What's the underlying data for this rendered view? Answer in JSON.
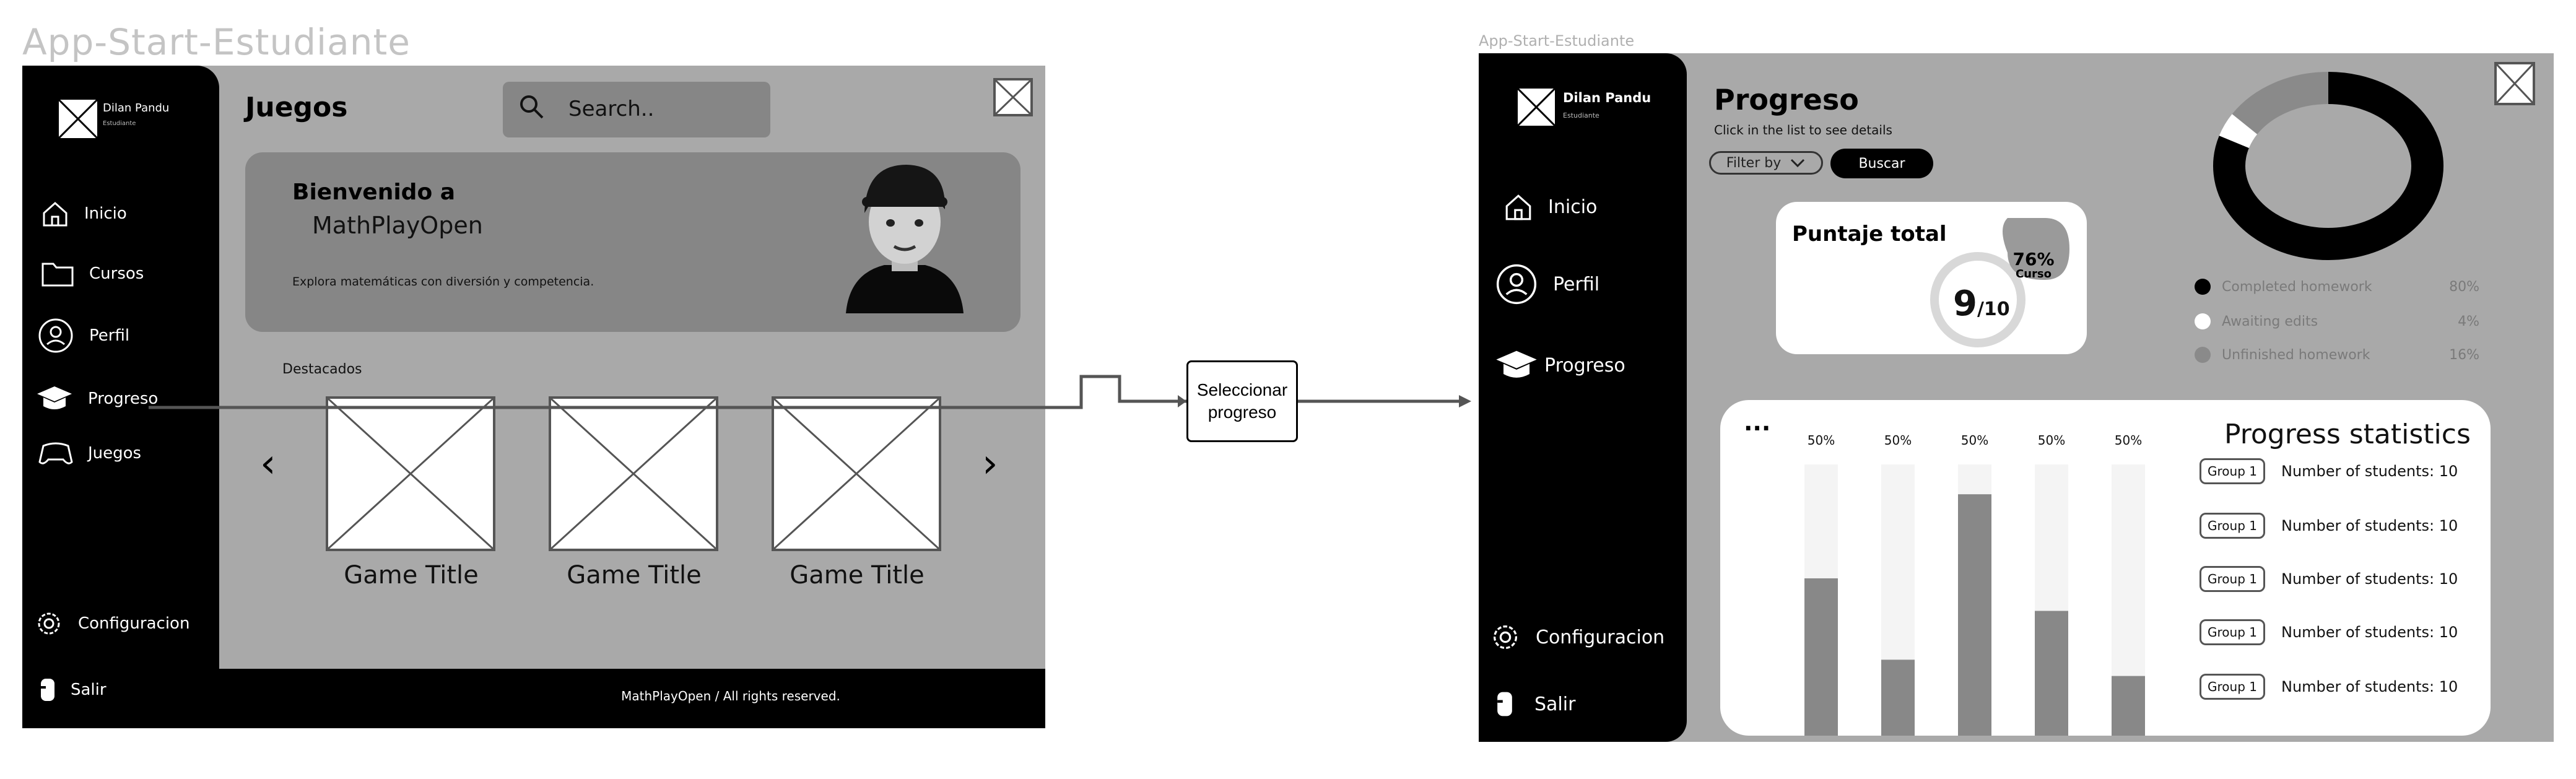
{
  "left": {
    "frame_title": "App-Start-Estudiante",
    "user": {
      "name": "Dilan Pandu",
      "role": "Estudiante"
    },
    "nav": [
      {
        "label": "Inicio",
        "icon": "home-icon"
      },
      {
        "label": "Cursos",
        "icon": "folder-icon"
      },
      {
        "label": "Perfil",
        "icon": "user-icon"
      },
      {
        "label": "Progreso",
        "icon": "graduation-cap-icon"
      },
      {
        "label": "Juegos",
        "icon": "gamepad-icon"
      }
    ],
    "settings_label": "Configuracion",
    "logout_label": "Salir",
    "page_title": "Juegos",
    "search_placeholder": "Search..",
    "welcome": {
      "line1": "Bienvenido a",
      "line2": "MathPlayOpen",
      "subtitle": "Explora matemáticas con diversión y competencia."
    },
    "featured_label": "Destacados",
    "games": [
      "Game Title",
      "Game Title",
      "Game Title"
    ],
    "footer": "MathPlayOpen / All rights reserved."
  },
  "connector": {
    "label_line1": "Seleccionar",
    "label_line2": "progreso"
  },
  "right": {
    "frame_title": "App-Start-Estudiante",
    "user": {
      "name": "Dilan Pandu",
      "role": "Estudiante"
    },
    "nav": [
      {
        "label": "Inicio",
        "icon": "home-icon"
      },
      {
        "label": "Perfil",
        "icon": "user-icon"
      },
      {
        "label": "Progreso",
        "icon": "graduation-cap-icon"
      }
    ],
    "settings_label": "Configuracion",
    "logout_label": "Salir",
    "page_title": "Progreso",
    "subtitle": "Click in the list to see details",
    "filter_label": "Filter by",
    "search_button": "Buscar",
    "score_card": {
      "title": "Puntaje total",
      "score": "9",
      "score_max": "/10",
      "badge_pct": "76%",
      "badge_label": "Curso"
    },
    "stats_title": "Progress statistics",
    "more_label": "...",
    "groups": [
      {
        "label": "Group 1",
        "text": "Number of students: 10"
      },
      {
        "label": "Group 1",
        "text": "Number of students: 10"
      },
      {
        "label": "Group 1",
        "text": "Number of students: 10"
      },
      {
        "label": "Group 1",
        "text": "Number of students: 10"
      },
      {
        "label": "Group 1",
        "text": "Number of students: 10"
      }
    ]
  },
  "chart_data": [
    {
      "type": "pie",
      "categories": [
        "Completed homework",
        "Awaiting edits",
        "Unfinished homework"
      ],
      "values": [
        80,
        4,
        16
      ],
      "value_labels": [
        "80%",
        "4%",
        "16%"
      ],
      "colors": [
        "#000000",
        "#ffffff",
        "#8a8a8a"
      ]
    },
    {
      "type": "bar",
      "categories": [
        "",
        "",
        "",
        "",
        ""
      ],
      "values": [
        0.58,
        0.28,
        0.89,
        0.46,
        0.22
      ],
      "top_labels": [
        "50%",
        "50%",
        "50%",
        "50%",
        "50%"
      ],
      "ylim": [
        0,
        1
      ],
      "bar_color": "#888888",
      "track_color": "#f4f4f4"
    }
  ]
}
